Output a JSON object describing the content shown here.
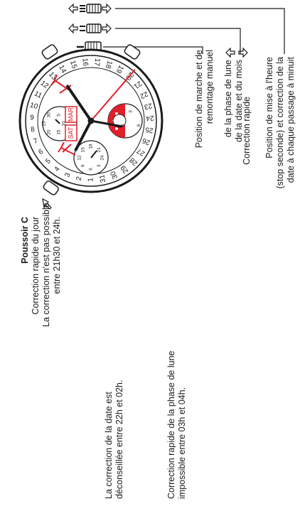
{
  "crown": {
    "position_1": "Position de marche et de remontage manuel",
    "position_2_line1": "Correction rapide",
    "position_2_moon": "de la phase de lune",
    "position_2_date": "de la date et du mois",
    "position_3_line1": "Position de mise à l'heure",
    "position_3_line2": "(stop seconde) et correction de la",
    "position_3_line3": "date à chaque passage à minuit"
  },
  "pusher_c": {
    "title": "Poussoir C",
    "line1": "Correction rapide du jour",
    "line2": "La correction n'est pas possible",
    "line3": "entre 21h30 et 24h."
  },
  "date_note": {
    "line1": "La correction de la date est",
    "line2": "déconseillée entre 22h et 02h."
  },
  "moon_note": {
    "line1": "Correction rapide de la phase de lune",
    "line2": "impossible entre 03h et 04h."
  },
  "dial": {
    "day_label": "SAT",
    "month_label": "MAR",
    "date_numbers": [
      "1",
      "2",
      "3",
      "4",
      "5",
      "6",
      "7",
      "8",
      "9",
      "10",
      "11",
      "12",
      "13",
      "14",
      "15",
      "16",
      "17",
      "18",
      "19",
      "20",
      "21",
      "22",
      "23",
      "24",
      "25",
      "26",
      "27",
      "28",
      "29",
      "30",
      "31"
    ],
    "subdial_left": [
      "10",
      "15",
      "20",
      "25",
      "30",
      "5"
    ],
    "subdial_bottom": [
      "6",
      "9",
      "12",
      "15",
      "18",
      "21",
      "24",
      "3"
    ],
    "subdial_moon": [
      "3",
      "6",
      "9"
    ]
  },
  "colors": {
    "accent": "#e0202a",
    "ink": "#1a1a1a"
  },
  "icons": [
    "crown-icon",
    "arrow-left-icon",
    "arrow-right-icon",
    "pusher-arrow-icon"
  ]
}
